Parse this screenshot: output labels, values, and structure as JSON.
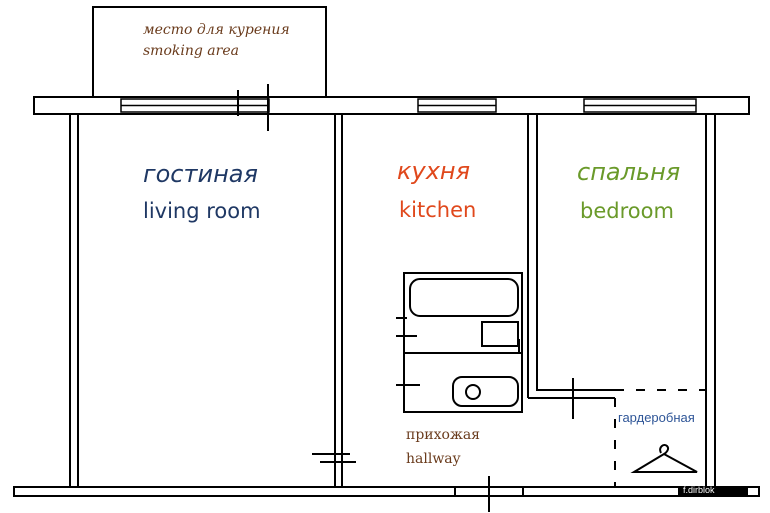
{
  "colors": {
    "living": "#1f3864",
    "kitchen": "#e0481c",
    "bedroom": "#6a9a2a",
    "hallway_text": "#6a3b1c",
    "wardrobe_text": "#2e5597",
    "walls": "#000000"
  },
  "rooms": {
    "smoking_area": {
      "ru": "место для курения",
      "en": "smoking area"
    },
    "living_room": {
      "ru": "гостиная",
      "en": "living room"
    },
    "kitchen": {
      "ru": "кухня",
      "en": "kitchen"
    },
    "bedroom": {
      "ru": "спальня",
      "en": "bedroom"
    },
    "hallway": {
      "ru": "прихожая",
      "en": "hallway"
    },
    "wardrobe": {
      "ru": "гардеробная"
    }
  },
  "icons": {
    "wardrobe": "coat-hanger-icon"
  },
  "watermark": "f.dirblok"
}
